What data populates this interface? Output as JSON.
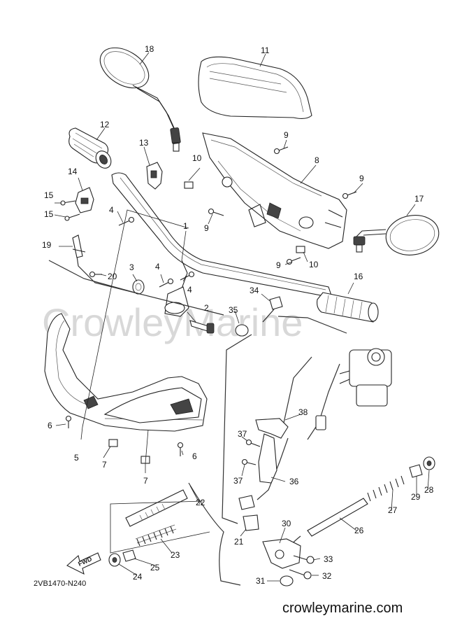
{
  "watermark": "CrowleyMarine",
  "diagram_code": "2VB1470-N240",
  "site_url": "crowleymarine.com",
  "fwd_label": "FWD",
  "callouts": {
    "c1": "1",
    "c2": "2",
    "c3": "3",
    "c4a": "4",
    "c4b": "4",
    "c4c": "4",
    "c5": "5",
    "c6a": "6",
    "c6b": "6",
    "c7a": "7",
    "c7b": "7",
    "c8": "8",
    "c9a": "9",
    "c9b": "9",
    "c9c": "9",
    "c9d": "9",
    "c10a": "10",
    "c10b": "10",
    "c11": "11",
    "c12": "12",
    "c13": "13",
    "c14": "14",
    "c15a": "15",
    "c15b": "15",
    "c16": "16",
    "c17": "17",
    "c18": "18",
    "c19": "19",
    "c20": "20",
    "c21": "21",
    "c22": "22",
    "c23": "23",
    "c24": "24",
    "c25": "25",
    "c26": "26",
    "c27": "27",
    "c28": "28",
    "c29": "29",
    "c30": "30",
    "c31": "31",
    "c32": "32",
    "c33": "33",
    "c34": "34",
    "c35": "35",
    "c36": "36",
    "c37a": "37",
    "c37b": "37",
    "c38": "38"
  }
}
